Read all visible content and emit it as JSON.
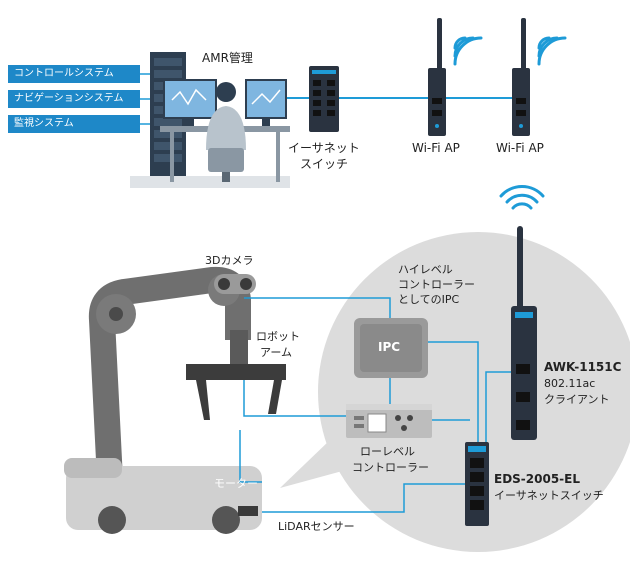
{
  "top": {
    "systems": [
      "コントロールシステム",
      "ナビゲーションシステム",
      "監視システム"
    ],
    "amr_label": "AMR管理",
    "switch_label_1": "イーサネット",
    "switch_label_2": "スイッチ",
    "ap1_label": "Wi-Fi AP",
    "ap2_label": "Wi-Fi AP"
  },
  "bottom": {
    "camera_label": "3Dカメラ",
    "robot_label_1": "ロボット",
    "robot_label_2": "アーム",
    "ipc_box": "IPC",
    "ipc_desc_1": "ハイレベル",
    "ipc_desc_2": "コントローラー",
    "ipc_desc_3": "としてのIPC",
    "low_1": "ローレベル",
    "low_2": "コントローラー",
    "motor_label": "モーター",
    "lidar_label": "LiDARセンサー",
    "awk_model": "AWK-1151C",
    "awk_spec": "802.11ac",
    "awk_role": "クライアント",
    "eds_model": "EDS-2005-EL",
    "eds_role": "イーサネットスイッチ"
  },
  "colors": {
    "line": "#1e9bd7",
    "label_bg": "#1e88c8",
    "device": "#2a3340",
    "bubble": "#dcdcdc"
  }
}
